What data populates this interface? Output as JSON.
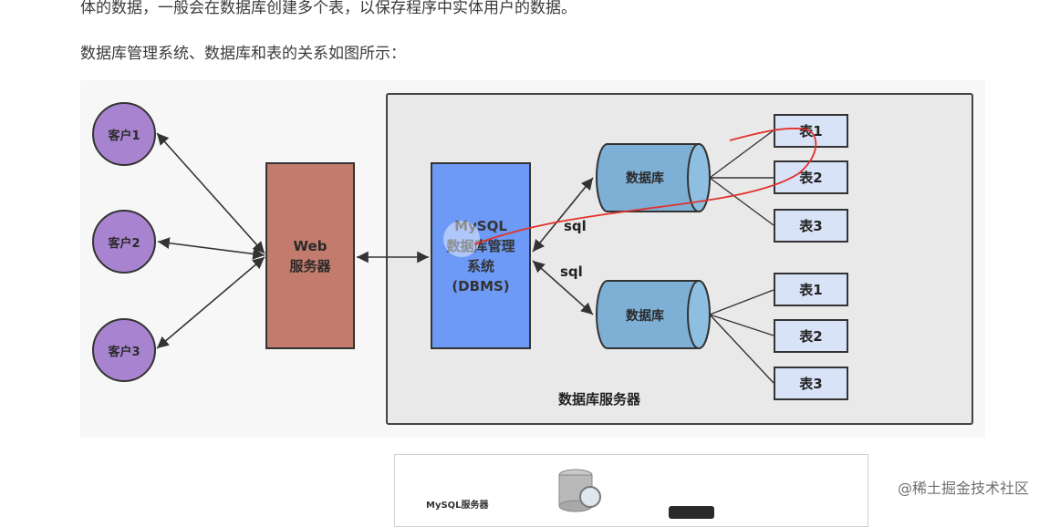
{
  "paragraphs": {
    "line1": "体的数据，一般会在数据库创建多个表，以保存程序中实体用户的数据。",
    "line2": "数据库管理系统、数据库和表的关系如图所示："
  },
  "diagram": {
    "clients": [
      "客户1",
      "客户2",
      "客户3"
    ],
    "web_server": [
      "Web",
      "服务器"
    ],
    "dbms": [
      "MySQL",
      "数据库管理",
      "系统",
      "(DBMS)"
    ],
    "databases": [
      "数据库",
      "数据库"
    ],
    "tables_group1": [
      "表1",
      "表2",
      "表3"
    ],
    "tables_group2": [
      "表1",
      "表2",
      "表3"
    ],
    "sql_labels": [
      "sql",
      "sql"
    ],
    "server_label": "数据库服务器"
  },
  "image2": {
    "label": "MySQL服务器"
  },
  "watermark": "@稀土掘金技术社区",
  "colors": {
    "client": "#a883cf",
    "web": "#c27b6c",
    "dbms": "#6e9af7",
    "database": "#7eb0d6",
    "table": "#d9e3f7",
    "annotation": "#e0322a"
  }
}
